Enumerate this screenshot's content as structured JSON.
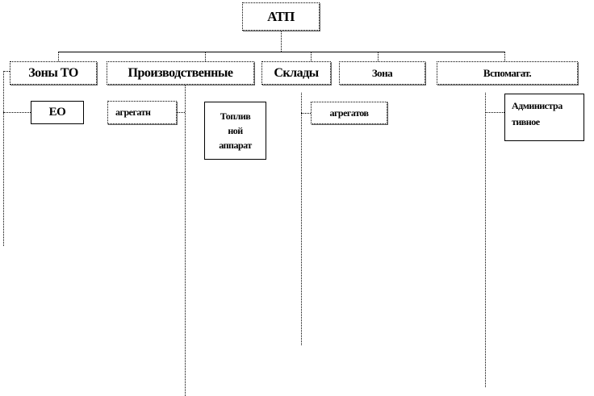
{
  "root": {
    "label": "АТП"
  },
  "departments": [
    {
      "label": "Зоны ТО"
    },
    {
      "label": "Производственные"
    },
    {
      "label": "Склады"
    },
    {
      "label": "Зона"
    },
    {
      "label": "Вспомагат."
    }
  ],
  "subunits": {
    "eo": "ЕО",
    "agregatn": "агрегатн",
    "toplivnoy": "Топлив ной аппарат",
    "agregatov": "агрегатов",
    "administrativnoe": "Администра тивное"
  }
}
